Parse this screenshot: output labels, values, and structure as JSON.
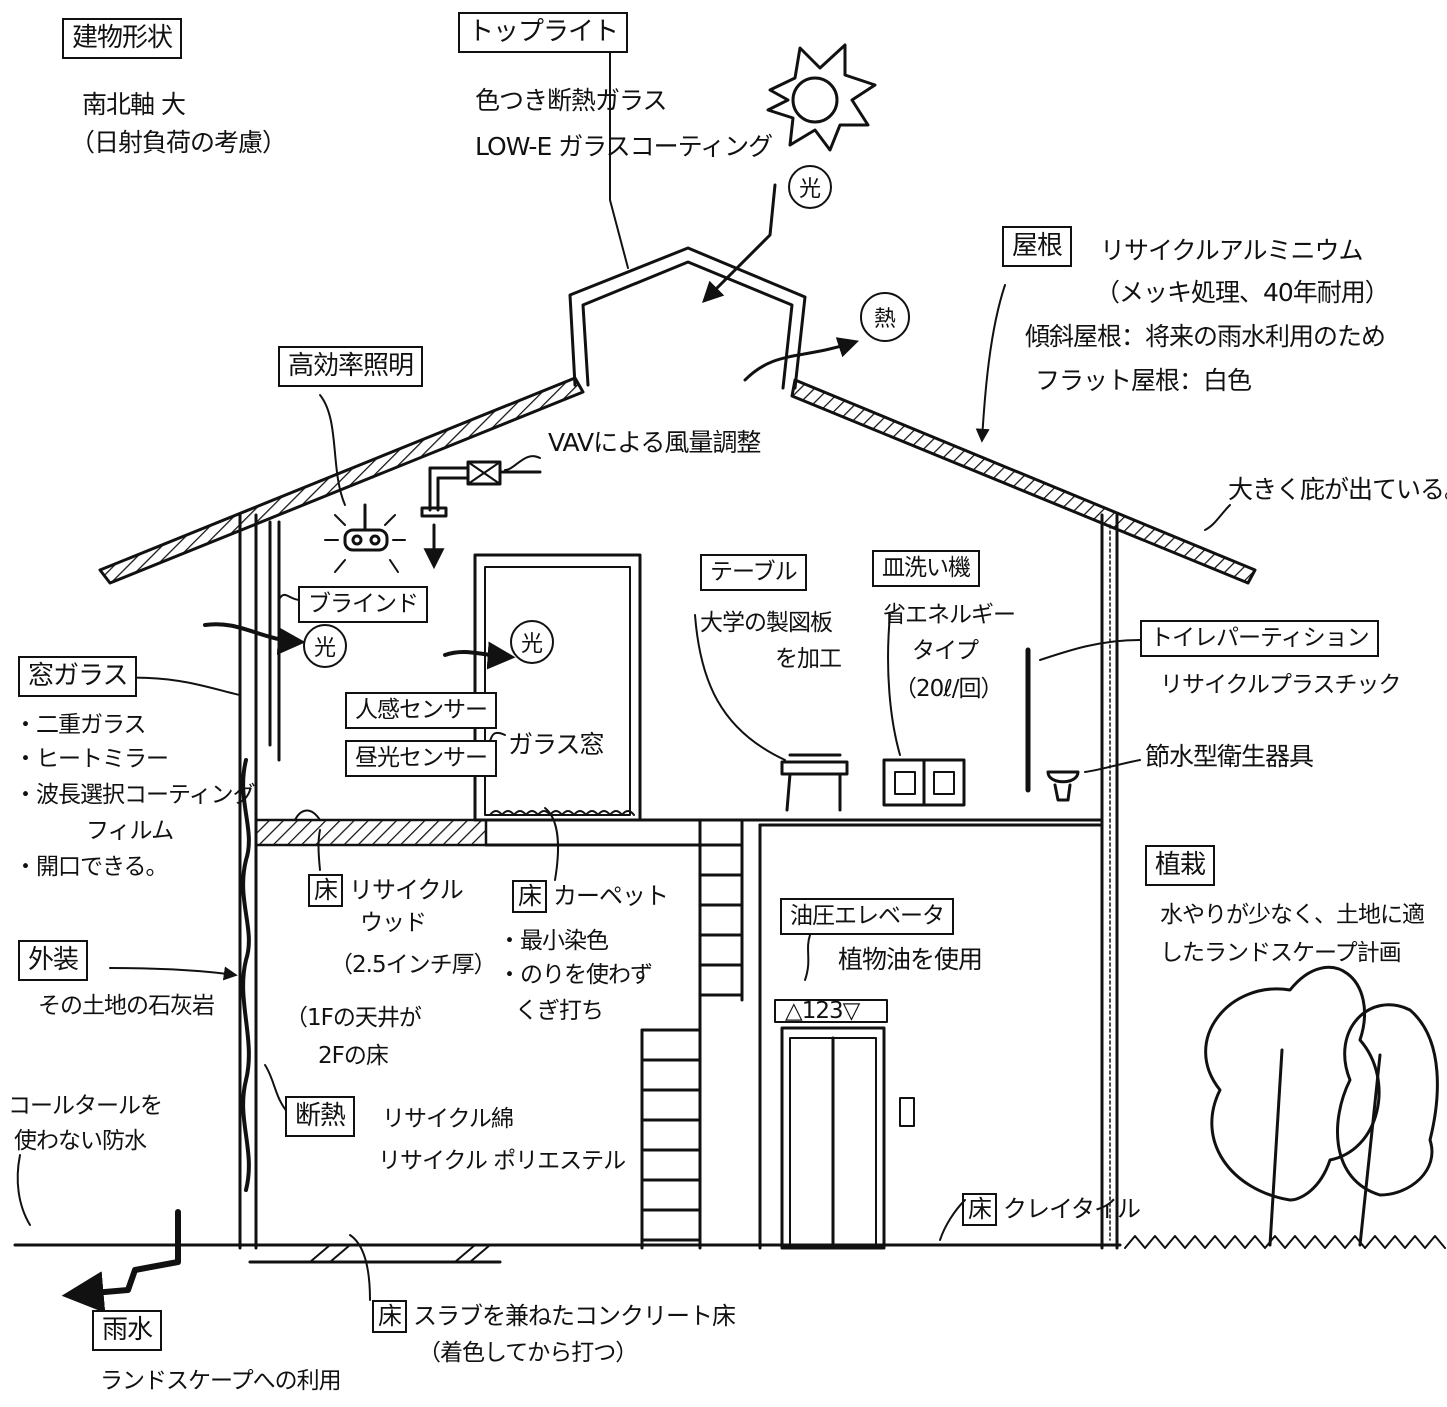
{
  "labels": {
    "building_shape": {
      "title": "建物形状",
      "lines": [
        "南北軸 大",
        "（日射負荷の考慮）"
      ]
    },
    "top_light": {
      "title": "トップライト",
      "lines": [
        "色つき断熱ガラス",
        "LOW-E ガラスコーティング"
      ]
    },
    "light_mark": "光",
    "heat_mark": "熱",
    "roof": {
      "title": "屋根",
      "lines": [
        "リサイクルアルミニウム",
        "（メッキ処理、40年耐用）",
        "傾斜屋根：将来の雨水利用のため",
        "フラット屋根：白色"
      ]
    },
    "lighting": {
      "title": "高効率照明"
    },
    "vav": "VAVによる風量調整",
    "eaves": "大きく庇が出ている。",
    "blind": "ブラインド",
    "window_glass": {
      "title": "窓ガラス",
      "lines": [
        "・二重ガラス",
        "・ヒートミラー",
        "・波長選択コーティング",
        "フィルム",
        "・開口できる。"
      ]
    },
    "human_sensor": "人感センサー",
    "daylight_sensor": "昼光センサー",
    "glass_window": "ガラス窓",
    "table": {
      "title": "テーブル",
      "lines": [
        "大学の製図板",
        "を加工"
      ]
    },
    "dishwasher": {
      "title": "皿洗い機",
      "lines": [
        "省エネルギー",
        "タイプ",
        "（20ℓ/回）"
      ]
    },
    "toilet_partition": {
      "title": "トイレパーティション",
      "lines": [
        "リサイクルプラスチック"
      ]
    },
    "water_saving": "節水型衛生器具",
    "planting": {
      "title": "植栽",
      "lines": [
        "水やりが少なく、土地に適",
        "したランドスケープ計画"
      ]
    },
    "floor_wood": {
      "tag": "床",
      "lines": [
        "リサイクル",
        "ウッド",
        "（2.5インチ厚）",
        "（1Fの天井が",
        "2Fの床"
      ]
    },
    "floor_carpet": {
      "tag": "床",
      "lines": [
        "カーペット",
        "・最小染色",
        "・のりを使わず",
        "くぎ打ち"
      ]
    },
    "exterior": {
      "title": "外装",
      "lines": [
        "その土地の石灰岩"
      ]
    },
    "hydraulic_elevator": {
      "title": "油圧エレベータ",
      "lines": [
        "植物油を使用"
      ]
    },
    "elevator_indicator": "△123▽",
    "insulation": {
      "title": "断熱",
      "lines": [
        "リサイクル綿",
        "リサイクル ポリエステル"
      ]
    },
    "coal_tar": [
      "コールタールを",
      "使わない防水"
    ],
    "floor_clay": {
      "tag": "床",
      "text": "クレイタイル"
    },
    "floor_slab": {
      "tag": "床",
      "lines": [
        "スラブを兼ねたコンクリート床",
        "（着色してから打つ）"
      ]
    },
    "rainwater": {
      "title": "雨水",
      "lines": [
        "ランドスケープへの利用"
      ]
    }
  }
}
